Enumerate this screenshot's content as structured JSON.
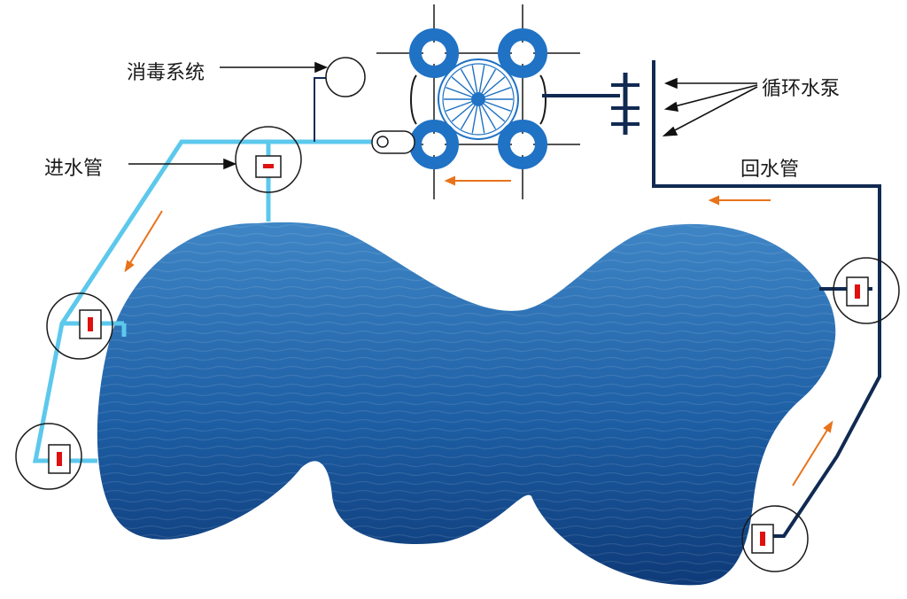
{
  "labels": {
    "disinfection": "消毒系统",
    "inlet_pipe": "进水管",
    "circulation_pump": "循环水泵",
    "return_pipe": "回水管"
  },
  "colors": {
    "inlet_pipe": "#5cc8ec",
    "return_pipe": "#102a52",
    "filter_ring": "#1f72c4",
    "flow_arrow": "#e8731a",
    "valve_mark": "#e01010",
    "water_deep": "#0e3a78",
    "water_light": "#3f86c6"
  },
  "icons": [
    "disinfection-unit-icon",
    "filter-unit-icon",
    "circulation-pump-icon",
    "inlet-valve-icon",
    "return-valve-icon",
    "flow-arrow-icon"
  ]
}
